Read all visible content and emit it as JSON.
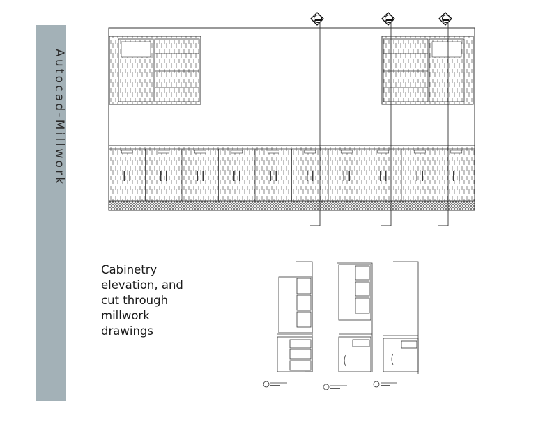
{
  "sidebar": {
    "title": "Autocad-Millwork",
    "color": "#a3b1b7"
  },
  "caption": {
    "lines": [
      "Cabinetry",
      "elevation, and",
      "cut through",
      "millwork",
      "drawings"
    ]
  },
  "drawing": {
    "elevation_section_markers": 3,
    "base_cabinet_count": 10,
    "section_views": 3,
    "line_color": "#333333"
  }
}
